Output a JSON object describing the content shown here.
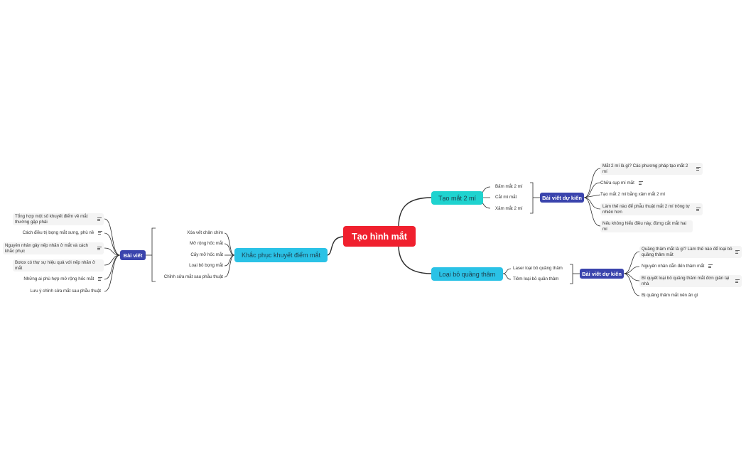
{
  "root": {
    "label": "Tạo hình mắt"
  },
  "branches": {
    "tao_mat_2_mi": {
      "label": "Tạo mắt 2 mí",
      "items": [
        "Bấm mắt 2 mí",
        "Cắt mí mắt",
        "Xăm mắt 2 mí"
      ],
      "tag": "Bài viết dự kiến",
      "articles": [
        "Mắt 2 mí là gì? Các phương pháp tạo mắt 2 mí",
        "Chữa sụp mí mắt",
        "Tạo mắt 2 mí bằng xăm mắt 2 mí",
        "Làm thế nào để phẫu thuật mắt 2 mí trông tự nhiên hơn",
        "Nếu không hiểu điều này, đừng cắt mắt hai mí"
      ]
    },
    "loai_bo_quang_tham": {
      "label": "Loại bỏ quầng thâm",
      "items": [
        "Laser loại bỏ quầng thâm",
        "Tiêm loại bỏ quần thâm"
      ],
      "tag": "Bài viết dự kiến",
      "articles": [
        "Quầng thâm mắt là gì? Làm thế nào để loại bỏ quầng thâm mắt",
        "Nguyên nhân dẫn đến thâm mắt",
        "Bí quyết loại bỏ quầng thâm mắt đơn giản tại nhà",
        "Bị quầng thâm mắt nên ăn gì"
      ]
    },
    "khac_phuc": {
      "label": "Khắc phục khuyết điểm mắt",
      "items": [
        "Xóa vết chân chim",
        "Mở rộng hốc mắt",
        "Cấy mỡ hốc mắt",
        "Loại bỏ bọng mắt",
        "Chỉnh sửa mắt sau phẫu thuật"
      ],
      "tag": "Bài viết",
      "articles": [
        "Tổng hợp một số khuyết điểm về mắt thường gặp phải",
        "Cách điều trị bọng mắt sưng, phù nề",
        "Nguyên nhân gây nếp nhăn ở mắt và cách khắc phục",
        "Botox có thự sự hiệu quả với nếp nhăn ở mắt",
        "Những ai phù hợp mở rộng hốc mắt",
        "Lưu ý chỉnh sửa mắt sau phẫu thuật"
      ]
    }
  },
  "colors": {
    "root": "#f0202e",
    "teal": "#1fd3cf",
    "blue": "#2ac2e6",
    "tag": "#3a44ad",
    "line": "#2b2b2b"
  }
}
